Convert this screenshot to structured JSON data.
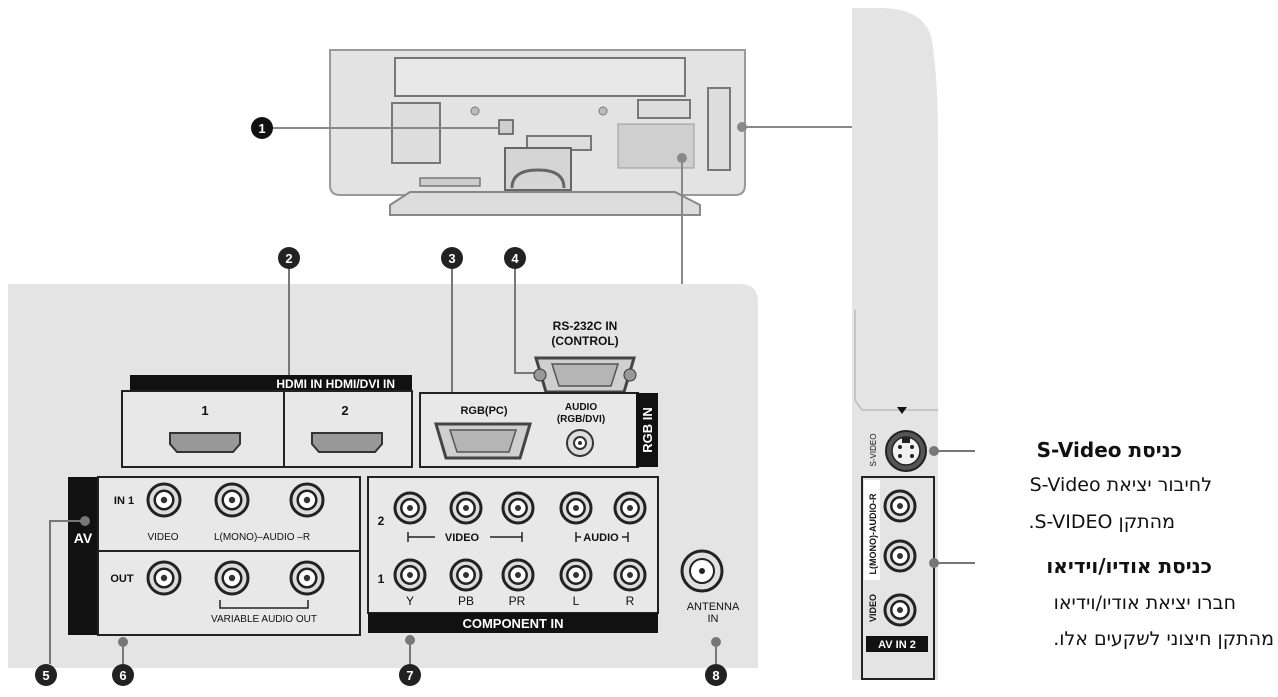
{
  "callouts": [
    "1",
    "2",
    "3",
    "4",
    "5",
    "6",
    "7",
    "8"
  ],
  "panel": {
    "rs232_line1": "RS-232C IN",
    "rs232_line2": "(CONTROL)",
    "hdmi_header": "HDMI IN HDMI/DVI IN",
    "hdmi_1": "1",
    "hdmi_2": "2",
    "rgb_pc": "RGB(PC)",
    "audio_rgb_line1": "AUDIO",
    "audio_rgb_line2": "(RGB/DVI)",
    "rgb_in": "RGB IN",
    "av": "AV",
    "in1": "IN 1",
    "video": "VIDEO",
    "audio_mono": "L(MONO)–AUDIO –R",
    "out": "OUT",
    "variable_audio_out": "VARIABLE AUDIO OUT",
    "row2": "2",
    "row1": "1",
    "comp_video": "VIDEO",
    "comp_audio": "AUDIO",
    "y": "Y",
    "pb": "PB",
    "pr": "PR",
    "l": "L",
    "r": "R",
    "component_in": "COMPONENT IN",
    "antenna_line1": "ANTENNA",
    "antenna_line2": "IN"
  },
  "side": {
    "s_video": "S-VIDEO",
    "audio_side": "L(MONO)-AUDIO-R",
    "video_side": "VIDEO",
    "av_in2": "AV IN 2"
  },
  "hebrew": {
    "svideo_title": "כניסת S-Video",
    "svideo_line1": "לחיבור יציאת S-Video",
    "svideo_line2": "מהתקן S-VIDEO.",
    "av_title": "כניסת אודיו/וידיאו",
    "av_line1": "חברו יציאת אודיו/וידיאו",
    "av_line2": "מהתקן חיצוני לשקעים אלו."
  }
}
